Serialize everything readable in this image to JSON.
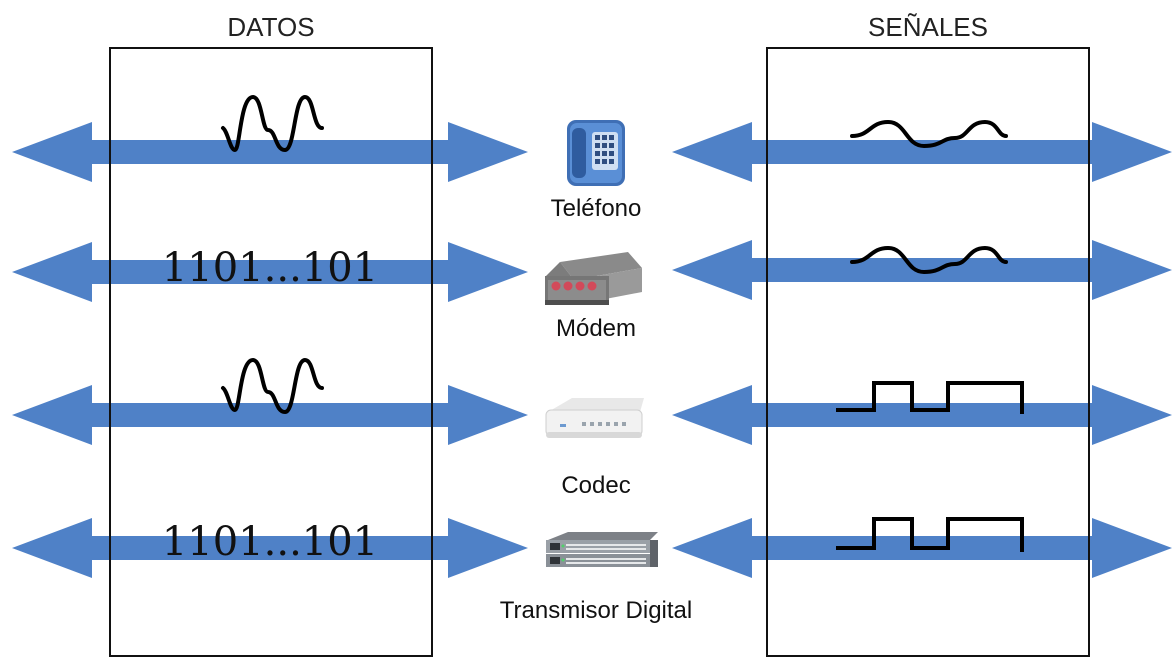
{
  "headers": {
    "data": "DATOS",
    "signals": "SEÑALES"
  },
  "rows": [
    {
      "device_label": "Teléfono",
      "device_icon": "telephone-icon",
      "data_kind": "analog",
      "data_text": "",
      "signal_kind": "analog"
    },
    {
      "device_label": "Módem",
      "device_icon": "modem-icon",
      "data_kind": "digital",
      "data_text": "1101...101",
      "signal_kind": "analog"
    },
    {
      "device_label": "Codec",
      "device_icon": "codec-icon",
      "data_kind": "analog",
      "data_text": "",
      "signal_kind": "digital"
    },
    {
      "device_label": "Transmisor Digital",
      "device_icon": "digital-transmitter-icon",
      "data_kind": "digital",
      "data_text": "1101...101",
      "signal_kind": "digital"
    }
  ],
  "colors": {
    "arrow": "#4f81c7",
    "line": "#000000",
    "box_border": "#111111"
  }
}
